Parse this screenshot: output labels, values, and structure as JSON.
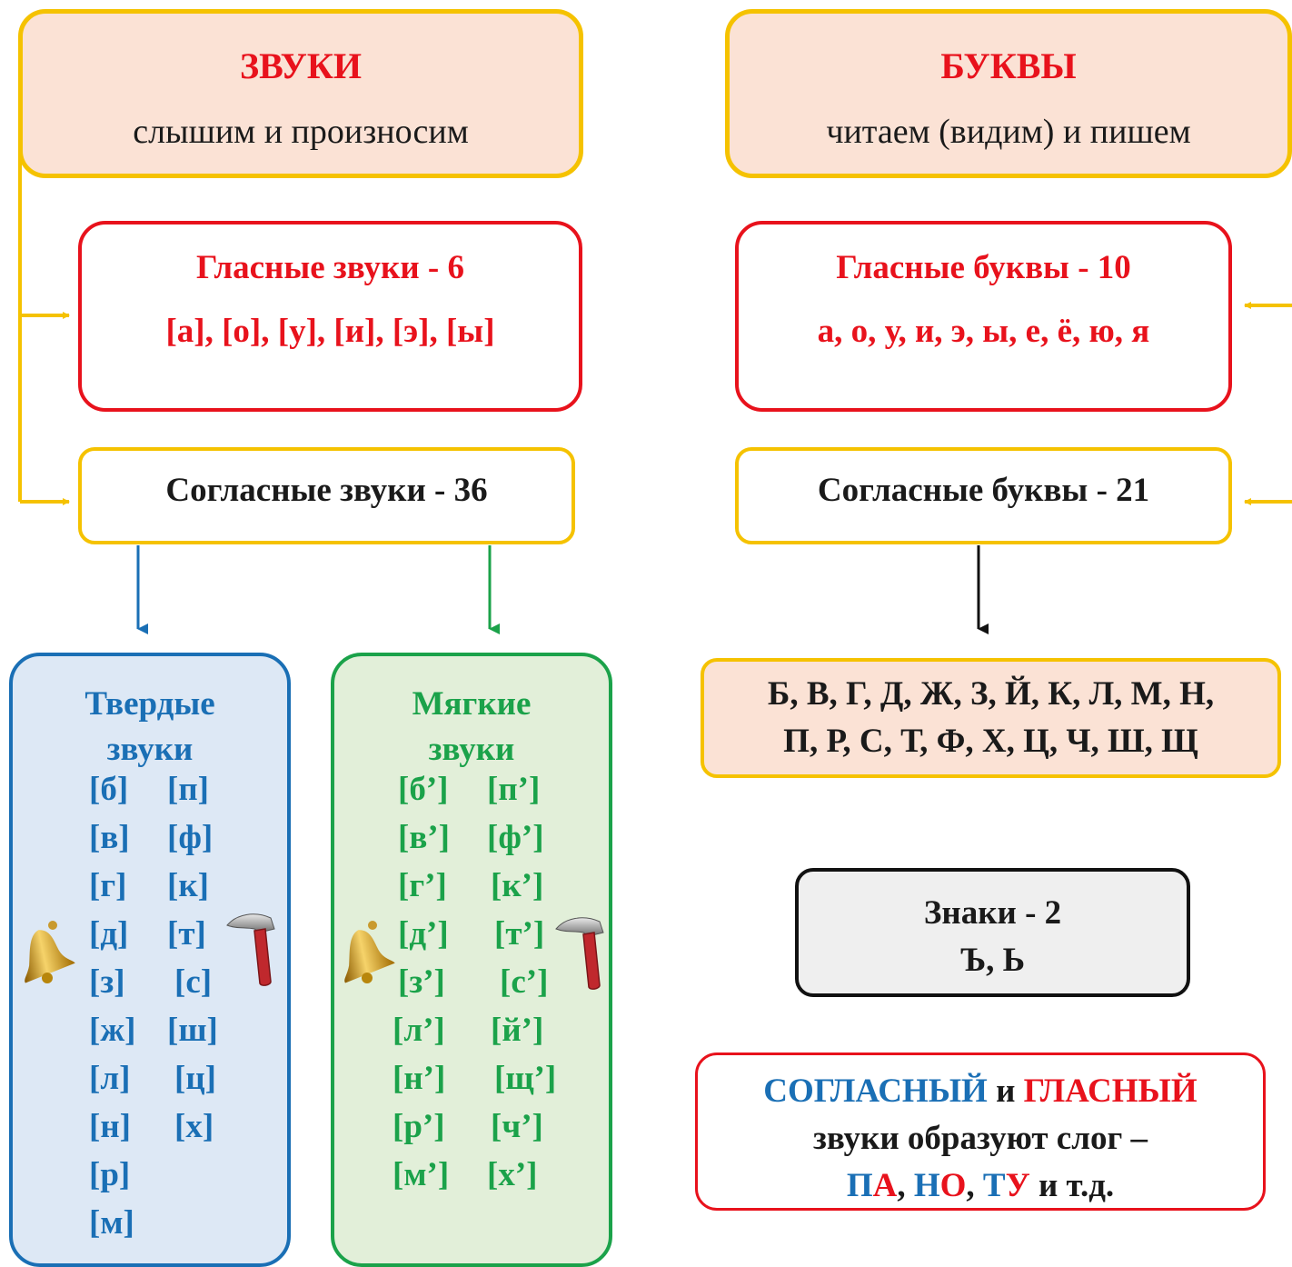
{
  "sounds": {
    "title": "ЗВУКИ",
    "subtitle": "слышим и произносим"
  },
  "letters": {
    "title": "БУКВЫ",
    "subtitle": "читаем (видим) и пишем"
  },
  "vowel_sounds": {
    "title": "Гласные звуки - 6",
    "list": "[а], [о], [у], [и], [э], [ы]"
  },
  "vowel_letters": {
    "title": "Гласные буквы - 10",
    "list": "а, о, у, и, э, ы, е, ё, ю, я"
  },
  "consonant_sounds": {
    "title": "Согласные звуки - 36"
  },
  "consonant_letters": {
    "title": "Согласные буквы - 21"
  },
  "hard": {
    "title_line1": "Твердые",
    "title_line2": "звуки",
    "left": [
      "[б]",
      "[в]",
      "[г]",
      "[д]",
      "[з]",
      "[ж]",
      "[л]",
      "[н]",
      "[р]",
      "[м]"
    ],
    "right": [
      "[п]",
      "[ф]",
      "[к]",
      "[т]",
      "[с]",
      "[ш]",
      "[ц]",
      "[х]"
    ]
  },
  "soft": {
    "title_line1": "Мягкие",
    "title_line2": "звуки",
    "left": [
      "[б’]",
      "[в’]",
      "[г’]",
      "[д’]",
      "[з’]",
      "[л’]",
      "[н’]",
      "[р’]",
      "[м’]"
    ],
    "right": [
      "[п’]",
      "[ф’]",
      "[к’]",
      "[т’]",
      "[с’]",
      "[й’]",
      "[щ’]",
      "[ч’]",
      "[х’]"
    ]
  },
  "consonant_letter_list": {
    "line1": "Б, В, Г, Д, Ж, З, Й, К, Л, М, Н,",
    "line2": "П, Р, С, Т, Ф, Х, Ц, Ч, Ш, Щ"
  },
  "signs": {
    "title": "Знаки - 2",
    "list": "Ъ, Ь"
  },
  "syllable": {
    "consonant": "СОГЛАСНЫЙ",
    "and": "и",
    "vowel": "ГЛАСНЫЙ",
    "line2": "звуки образуют слог –",
    "ex1_c": "П",
    "ex1_v": "А",
    "ex2_c": "Н",
    "ex2_v": "О",
    "ex3_c": "Т",
    "ex3_v": "У",
    "comma": ",",
    "etc": "и т.д."
  },
  "icons": {
    "voiced": "bell-icon",
    "voiceless": "hammer-icon"
  },
  "colors": {
    "accent_red": "#e8121c",
    "hard_blue": "#1a6fb5",
    "soft_green": "#1ba24a",
    "frame_yellow": "#f5c200",
    "peach": "#fbe2d5"
  }
}
